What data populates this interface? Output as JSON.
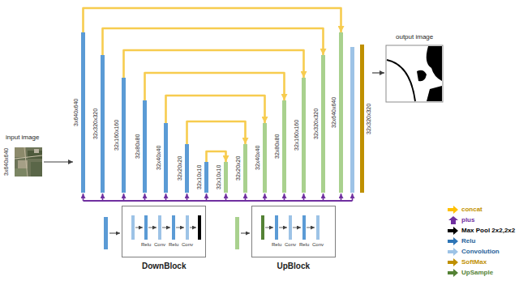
{
  "diagram": {
    "nodes": [
      {
        "text": [
          "input image",
          "3x640x640"
        ]
      },
      {
        "text": [
          "3x640x640"
        ]
      },
      {
        "text": [
          "32x320x320"
        ]
      },
      {
        "text": [
          "32x160x160"
        ]
      },
      {
        "text": [
          "32x80x80"
        ]
      },
      {
        "text": [
          "32x40x40"
        ]
      },
      {
        "text": [
          "32x20x20"
        ]
      },
      {
        "text": [
          "32x10x10"
        ]
      },
      {
        "text": [
          "32x10x10"
        ]
      },
      {
        "text": [
          "32x20x20"
        ]
      },
      {
        "text": [
          "32x40x40"
        ]
      },
      {
        "text": [
          "32x80x80"
        ]
      },
      {
        "text": [
          "32x160x160"
        ]
      },
      {
        "text": [
          "32x320x320"
        ]
      },
      {
        "text": [
          "32x640x640"
        ]
      },
      {
        "text": [
          "32x320x320"
        ]
      },
      {
        "text": [
          "output image"
        ]
      },
      {
        "text": [
          "DownBlock"
        ]
      },
      {
        "text": [
          "UpBlock"
        ]
      }
    ],
    "edges": [
      {
        "from": 0,
        "to": 1,
        "arrow": "to"
      },
      {
        "from": 1,
        "to": 14,
        "arrow": "to"
      },
      {
        "from": 2,
        "to": 13,
        "arrow": "to"
      },
      {
        "from": 3,
        "to": 12,
        "arrow": "to"
      },
      {
        "from": 4,
        "to": 11,
        "arrow": "to"
      },
      {
        "from": 5,
        "to": 10,
        "arrow": "to"
      },
      {
        "from": 6,
        "to": 9,
        "arrow": "to"
      },
      {
        "from": 7,
        "to": 8,
        "arrow": "to"
      },
      {
        "from": 15,
        "to": 16,
        "arrow": "to"
      }
    ],
    "labels": [
      "Relu",
      "Conv",
      "Relu",
      "Conv",
      "Relu",
      "Conv",
      "Relu",
      "Conv"
    ],
    "legend": [
      {
        "text": "concat",
        "color": "#ffc000"
      },
      {
        "text": "plus",
        "color": "#7030a0"
      },
      {
        "text": "Max Pool 2x2,2x2",
        "color": "#000000"
      },
      {
        "text": "Relu",
        "color": "#2e75b6"
      },
      {
        "text": "Convolution",
        "color": "#9dc3e6"
      },
      {
        "text": "SoftMax",
        "color": "#bf9000"
      },
      {
        "text": "UpSample",
        "color": "#548235"
      }
    ]
  }
}
